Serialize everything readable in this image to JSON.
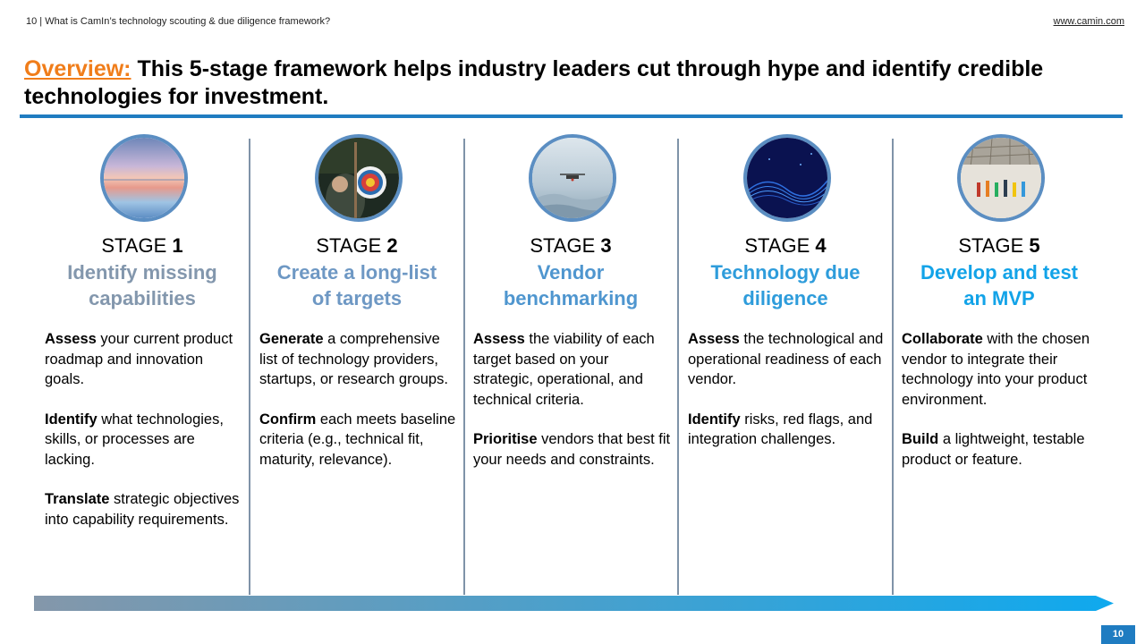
{
  "header": {
    "section": "10 | What is CamIn’s technology scouting & due diligence framework?",
    "website": "www.camin.com"
  },
  "title": {
    "lead": "Overview:",
    "text": "This 5-stage framework helps industry leaders cut through hype and identify credible technologies for investment."
  },
  "stages": [
    {
      "prefix": "STAGE",
      "number": "1",
      "name_line1": "Identify missing",
      "name_line2": "capabilities",
      "name_color": "#8397AD",
      "image": "sunset-sea-photo",
      "paragraphs": [
        {
          "bold": "Assess",
          "rest": " your current product roadmap and innovation goals."
        },
        {
          "bold": "Identify",
          "rest": " what technologies, skills, or processes are lacking."
        },
        {
          "bold": "Translate",
          "rest": " strategic objectives into capability requirements."
        }
      ]
    },
    {
      "prefix": "STAGE",
      "number": "2",
      "name_line1": "Create a long-list",
      "name_line2": "of targets",
      "name_color": "#6E98C4",
      "image": "archery-target-photo",
      "paragraphs": [
        {
          "bold": "Generate",
          "rest": " a comprehensive list of technology providers, startups, or research groups."
        },
        {
          "bold": "Confirm",
          "rest": " each meets baseline criteria (e.g., technical fit, maturity, relevance)."
        }
      ]
    },
    {
      "prefix": "STAGE",
      "number": "3",
      "name_line1": "Vendor",
      "name_line2": "benchmarking",
      "name_color": "#4F96CF",
      "image": "drone-photo",
      "paragraphs": [
        {
          "bold": "Assess",
          "rest": " the viability of each target based on your strategic, operational, and technical criteria."
        },
        {
          "bold": "Prioritise",
          "rest": " vendors that best fit your needs and constraints."
        }
      ]
    },
    {
      "prefix": "STAGE",
      "number": "4",
      "name_line1": "Technology due",
      "name_line2": "diligence",
      "name_color": "#2E9CDB",
      "image": "digital-wave-photo",
      "paragraphs": [
        {
          "bold": "Assess",
          "rest": " the technological and operational readiness of each vendor."
        },
        {
          "bold": "Identify",
          "rest": " risks, red flags, and integration challenges."
        }
      ]
    },
    {
      "prefix": "STAGE",
      "number": "5",
      "name_line1": "Develop and test",
      "name_line2": "an MVP",
      "name_color": "#12A3E8",
      "image": "team-on-site-photo",
      "paragraphs": [
        {
          "bold": "Collaborate",
          "rest": " with the chosen vendor to integrate their technology into your product environment."
        },
        {
          "bold": "Build",
          "rest": " a lightweight, testable product or feature."
        }
      ]
    }
  ],
  "page_number": "10",
  "colors": {
    "accent_orange": "#F07D1A",
    "accent_blue": "#1F7CC1",
    "arrow_start": "#8497AA",
    "arrow_end": "#0FA9EE"
  }
}
